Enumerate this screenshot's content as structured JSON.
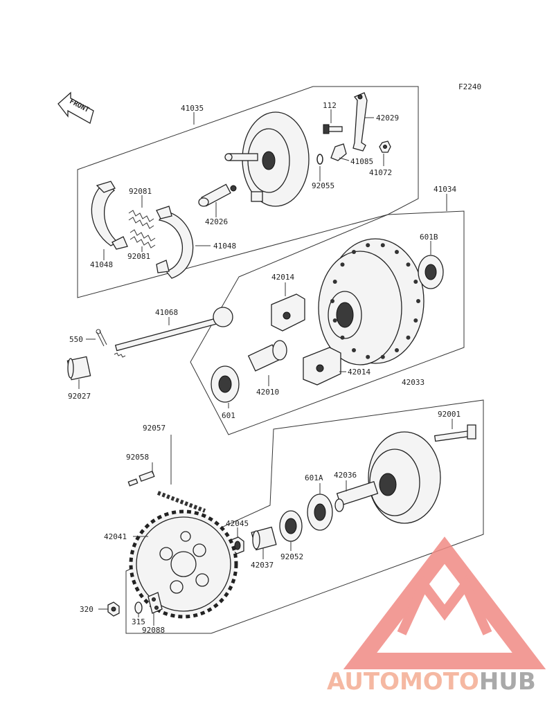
{
  "code": "F2240",
  "front_label": "FRONT",
  "labels": {
    "p41035": "41035",
    "p112": "112",
    "p42029": "42029",
    "p41085": "41085",
    "p41072": "41072",
    "p92055": "92055",
    "p42026": "42026",
    "p92081a": "92081",
    "p92081b": "92081",
    "p41048a": "41048",
    "p41048b": "41048",
    "p41034": "41034",
    "p601B": "601B",
    "p42014a": "42014",
    "p42014b": "42014",
    "p41068": "41068",
    "p550": "550",
    "p92027": "92027",
    "p601": "601",
    "p42010": "42010",
    "p42033": "42033",
    "p92001": "92001",
    "p92057": "92057",
    "p92058": "92058",
    "p601A": "601A",
    "p42036": "42036",
    "p42045": "42045",
    "p42041": "42041",
    "p42037": "42037",
    "p92052": "92052",
    "p320": "320",
    "p315": "315",
    "p92088": "92088"
  },
  "watermark": {
    "part1": "AUTOMOTO",
    "part2": "HUB",
    "color1": "#f5b8a2",
    "color2": "#a9a9a9",
    "logo_color": "#f08a84"
  }
}
